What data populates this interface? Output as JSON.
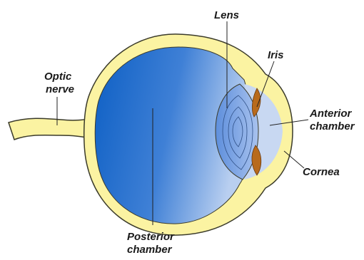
{
  "labels": {
    "lens": "Lens",
    "iris": "Iris",
    "optic_nerve_line1": "Optic",
    "optic_nerve_line2": "nerve",
    "anterior_line1": "Anterior",
    "anterior_line2": "chamber",
    "cornea": "Cornea",
    "posterior_line1": "Posterior",
    "posterior_line2": "chamber"
  },
  "colors": {
    "sclera": "#fbf3a2",
    "outline": "#3a3a2a",
    "vitreous_dark": "#0d5fc4",
    "vitreous_light": "#b9cff0",
    "anterior": "#c8d8f2",
    "iris": "#b86a1c",
    "leader_line": "#222222"
  }
}
